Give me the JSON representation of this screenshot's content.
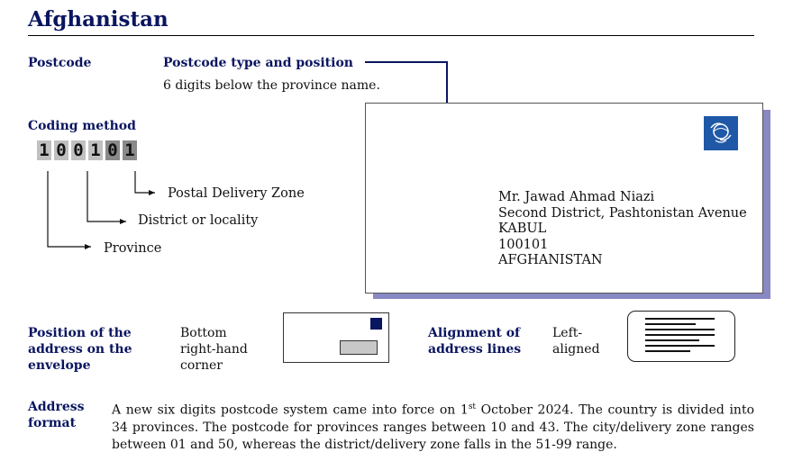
{
  "title": "Afghanistan",
  "postcode": {
    "label": "Postcode",
    "type_heading": "Postcode type and position",
    "type_text": "6 digits below the province name."
  },
  "coding": {
    "heading": "Coding method",
    "digits": [
      "1",
      "0",
      "0",
      "1",
      "0",
      "1"
    ],
    "zone_label": "Postal Delivery Zone",
    "district_label": "District or locality",
    "province_label": "Province"
  },
  "address_lines": [
    "Mr. Jawad Ahmad Niazi",
    "Second District, Pashtonistan Avenue",
    "KABUL",
    "100101",
    "AFGHANISTAN"
  ],
  "position": {
    "heading_lines": [
      "Position of the",
      "address on the",
      "envelope"
    ],
    "value_lines": [
      "Bottom",
      "right-hand",
      "corner"
    ]
  },
  "alignment": {
    "heading_lines": [
      "Alignment of",
      "address lines"
    ],
    "value_lines": [
      "Left-",
      "aligned"
    ]
  },
  "format": {
    "heading_lines": [
      "Address",
      "format"
    ],
    "text_before_sup": "A new six digits postcode system came into force on 1",
    "sup": "st",
    "text_after_sup": " October 2024. The country is divided into 34 provinces. The postcode for provinces ranges between 10 and 43. The city/delivery zone ranges between 01 and 50, whereas the district/delivery zone falls in the 51-99 range."
  },
  "colors": {
    "navy": "#0a1560",
    "shadow": "#8888c4",
    "upu_blue": "#1f58a6",
    "digit_gray": "#c0c0c0",
    "digit_dark": "#8a8a8a"
  }
}
